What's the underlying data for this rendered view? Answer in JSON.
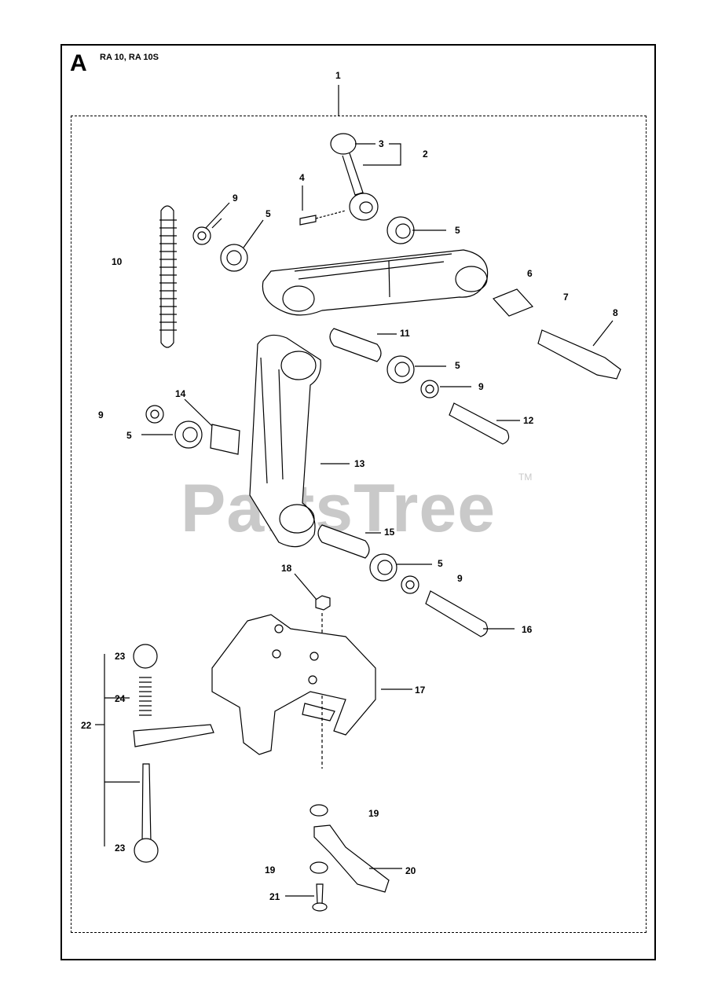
{
  "diagram": {
    "section_letter": "A",
    "models": "RA 10, RA 10S",
    "watermark": "PartsTree",
    "watermark_mark": "TM"
  },
  "callouts": [
    {
      "id": "c1",
      "text": "1"
    },
    {
      "id": "c2",
      "text": "2"
    },
    {
      "id": "c3",
      "text": "3"
    },
    {
      "id": "c4",
      "text": "4"
    },
    {
      "id": "c5a",
      "text": "5"
    },
    {
      "id": "c5b",
      "text": "5"
    },
    {
      "id": "c5c",
      "text": "5"
    },
    {
      "id": "c5d",
      "text": "5"
    },
    {
      "id": "c5e",
      "text": "5"
    },
    {
      "id": "c6",
      "text": "6"
    },
    {
      "id": "c7",
      "text": "7"
    },
    {
      "id": "c8",
      "text": "8"
    },
    {
      "id": "c9a",
      "text": "9"
    },
    {
      "id": "c9b",
      "text": "9"
    },
    {
      "id": "c9c",
      "text": "9"
    },
    {
      "id": "c9d",
      "text": "9"
    },
    {
      "id": "c10",
      "text": "10"
    },
    {
      "id": "c11",
      "text": "11"
    },
    {
      "id": "c12",
      "text": "12"
    },
    {
      "id": "c13",
      "text": "13"
    },
    {
      "id": "c14",
      "text": "14"
    },
    {
      "id": "c15",
      "text": "15"
    },
    {
      "id": "c16",
      "text": "16"
    },
    {
      "id": "c17",
      "text": "17"
    },
    {
      "id": "c18",
      "text": "18"
    },
    {
      "id": "c19a",
      "text": "19"
    },
    {
      "id": "c19b",
      "text": "19"
    },
    {
      "id": "c20",
      "text": "20"
    },
    {
      "id": "c21",
      "text": "21"
    },
    {
      "id": "c22",
      "text": "22"
    },
    {
      "id": "c23a",
      "text": "23"
    },
    {
      "id": "c23b",
      "text": "23"
    },
    {
      "id": "c24",
      "text": "24"
    }
  ]
}
